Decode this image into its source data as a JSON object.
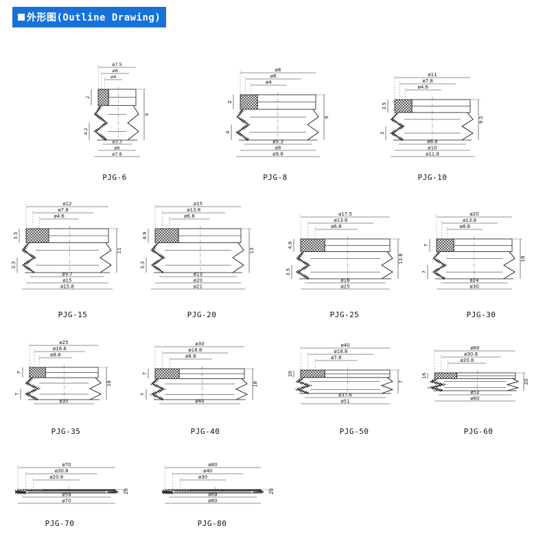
{
  "header": {
    "title": "外形图(Outline Drawing)"
  },
  "drawings": [
    {
      "model": "PJG-6",
      "heights": [
        "2",
        "9",
        "4.2"
      ],
      "tops": [
        "ø7.5",
        "ø6",
        "ø4"
      ],
      "bottoms": [
        "ø3.3",
        "ø6",
        "ø7.8"
      ]
    },
    {
      "model": "PJG-8",
      "heights": [
        "2",
        "9",
        "4"
      ],
      "tops": [
        "ø8",
        "ø6",
        "ø4"
      ],
      "bottoms": [
        "ø5.3",
        "ø8",
        "ø9.8"
      ]
    },
    {
      "model": "PJG-10",
      "heights": [
        "3.5",
        "9.5",
        "3"
      ],
      "tops": [
        "ø11",
        "ø7.8",
        "ø4.6"
      ],
      "bottoms": [
        "ø6.8",
        "ø10",
        "ø11.8"
      ]
    },
    {
      "model": "PJG-15",
      "heights": [
        "3.5",
        "11",
        "3.3"
      ],
      "tops": [
        "ø12",
        "ø7.8",
        "ø4.6"
      ],
      "bottoms": [
        "ø9.7",
        "ø15",
        "ø15.8"
      ]
    },
    {
      "model": "PJG-20",
      "heights": [
        "4.9",
        "13",
        "3.3"
      ],
      "tops": [
        "ø15",
        "ø13.8",
        "ø6.8"
      ],
      "bottoms": [
        "ø13",
        "ø20",
        "ø21"
      ]
    },
    {
      "model": "PJG-25",
      "heights": [
        "4.9",
        "13.8",
        "3.5"
      ],
      "tops": [
        "ø17.5",
        "ø13.8",
        "ø6.8"
      ],
      "bottoms": [
        "ø18",
        "ø25"
      ]
    },
    {
      "model": "PJG-30",
      "heights": [
        "7",
        "18",
        "7"
      ],
      "tops": [
        "ø20",
        "ø13.8",
        "ø8.8"
      ],
      "bottoms": [
        "ø24",
        "ø30"
      ]
    },
    {
      "model": "PJG-35",
      "heights": [
        "7",
        "18",
        "7"
      ],
      "tops": [
        "ø25",
        "ø16.6",
        "ø8.8"
      ],
      "bottoms": [
        "ø35"
      ]
    },
    {
      "model": "PJG-40",
      "heights": [
        "7",
        "18",
        "7"
      ],
      "tops": [
        "ø30",
        "ø18.8",
        "ø8.8"
      ],
      "bottoms": [
        "ø40"
      ]
    },
    {
      "model": "PJG-50",
      "heights": [
        "20",
        "7"
      ],
      "tops": [
        "ø40",
        "ø18.8",
        "ø7.8"
      ],
      "bottoms": [
        "ø37.6",
        "ø51"
      ]
    },
    {
      "model": "PJG-60",
      "heights": [
        "16",
        "20"
      ],
      "tops": [
        "ø60",
        "ø30.8",
        "ø20.8"
      ],
      "bottoms": [
        "ø52",
        "ø60"
      ]
    },
    {
      "model": "PJG-70",
      "heights": [
        "20"
      ],
      "tops": [
        "ø70",
        "ø30.8",
        "ø20.8"
      ],
      "bottoms": [
        "ø59",
        "ø70"
      ]
    },
    {
      "model": "PJG-80",
      "heights": [
        "20"
      ],
      "tops": [
        "ø80",
        "ø40",
        "ø30"
      ],
      "bottoms": [
        "ø69",
        "ø80"
      ]
    }
  ]
}
